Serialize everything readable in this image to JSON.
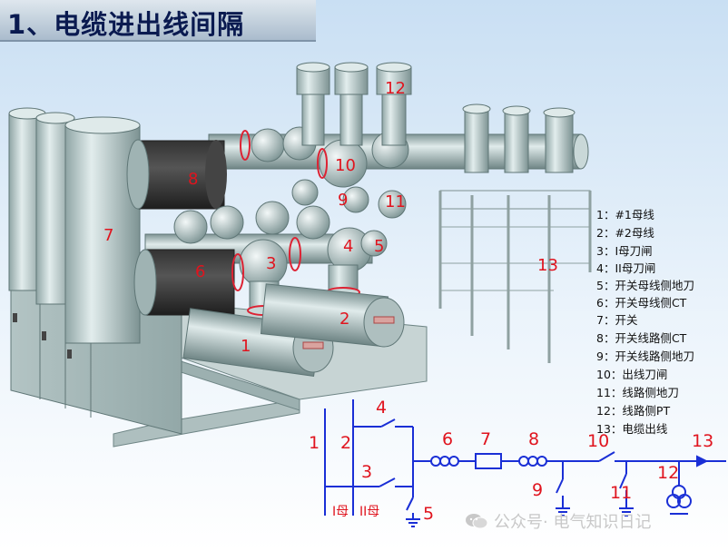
{
  "title": "1、电缆进出线间隔",
  "labels_3d": {
    "l1": "1",
    "l2": "2",
    "l3": "3",
    "l4": "4",
    "l5": "5",
    "l6": "6",
    "l7": "7",
    "l8": "8",
    "l9": "9",
    "l10": "10",
    "l11": "11",
    "l12": "12",
    "l13": "13"
  },
  "legend": [
    "1：#1母线",
    "2：#2母线",
    "3：I母刀闸",
    "4：II母刀闸",
    "5：开关母线侧地刀",
    "6：开关母线侧CT",
    "7：开关",
    "8：开关线路侧CT",
    "9：开关线路侧地刀",
    "10：出线刀闸",
    "11：线路侧地刀",
    "12：线路侧PT",
    "13：电缆出线"
  ],
  "schematic": {
    "n1": "1",
    "n2": "2",
    "n3": "3",
    "n4": "4",
    "n5": "5",
    "n6": "6",
    "n7": "7",
    "n8": "8",
    "n9": "9",
    "n10": "10",
    "n11": "11",
    "n12": "12",
    "n13": "13",
    "bus1": "I母",
    "bus2": "II母"
  },
  "watermark": "公众号· 电气知识日记",
  "colors": {
    "label": "#e0141e",
    "schematic_line": "#1a2fd6",
    "schematic_text": "#e0141e",
    "pipe": "#b7c9c9",
    "title_text": "#0a1a50"
  }
}
